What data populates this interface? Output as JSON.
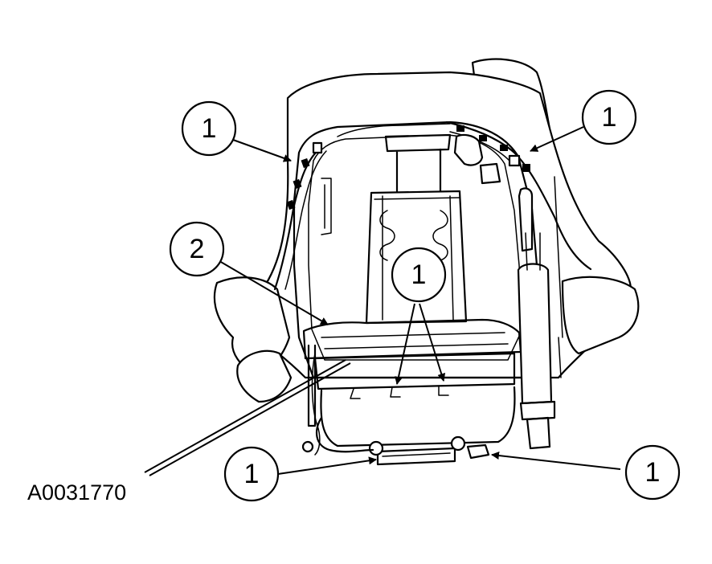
{
  "figure": {
    "reference_code": "A0031770",
    "callouts": [
      {
        "id": "c1",
        "label": "1"
      },
      {
        "id": "c2",
        "label": "1"
      },
      {
        "id": "c3",
        "label": "2"
      },
      {
        "id": "c4",
        "label": "1"
      },
      {
        "id": "c5",
        "label": "1"
      },
      {
        "id": "c6",
        "label": "1"
      }
    ]
  }
}
